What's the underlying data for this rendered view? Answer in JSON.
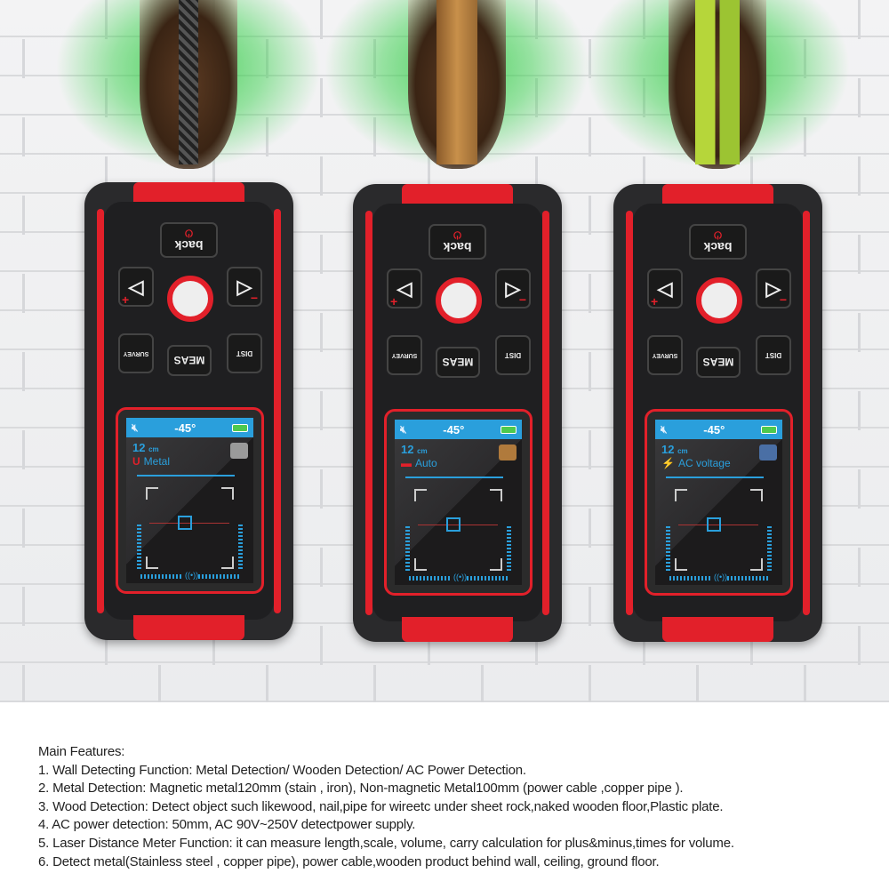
{
  "devices": [
    {
      "back": "back",
      "survey": "SURVEY",
      "meas": "MEAS",
      "dist": "DIST",
      "angle": "-45°",
      "distance": "12",
      "unit": "cm",
      "mode": "Metal",
      "mode_icon": "magnet-icon",
      "badge_color": "#9a9a9a",
      "object": "rebar"
    },
    {
      "back": "back",
      "survey": "SURVEY",
      "meas": "MEAS",
      "dist": "DIST",
      "angle": "-45°",
      "distance": "12",
      "unit": "cm",
      "mode": "Auto",
      "mode_icon": "wood-icon",
      "badge_color": "#b07a3c",
      "object": "wood"
    },
    {
      "back": "back",
      "survey": "SURVEY",
      "meas": "MEAS",
      "dist": "DIST",
      "angle": "-45°",
      "distance": "12",
      "unit": "cm",
      "mode": "AC voltage",
      "mode_icon": "ac-voltage-icon",
      "badge_color": "#4a6fa5",
      "object": "cable"
    }
  ],
  "colors": {
    "accent": "#e2202a",
    "screen_blue": "#2a9fdc",
    "glow": "#28c83c"
  },
  "features": {
    "title": "Main Features:",
    "items": [
      "1. Wall Detecting Function: Metal Detection/ Wooden Detection/ AC Power Detection.",
      "2. Metal Detection: Magnetic metal120mm (stain , iron), Non-magnetic Metal100mm (power cable ,copper pipe ).",
      "3. Wood Detection: Detect object such likewood, nail,pipe for wireetc under sheet rock,naked wooden floor,Plastic plate.",
      "4. AC power detection: 50mm, AC 90V~250V detectpower supply.",
      "5. Laser Distance Meter Function: it can measure length,scale, volume, carry calculation for plus&minus,times for volume.",
      "6. Detect metal(Stainless steel , copper pipe), power cable,wooden product behind wall, ceiling, ground floor."
    ]
  }
}
